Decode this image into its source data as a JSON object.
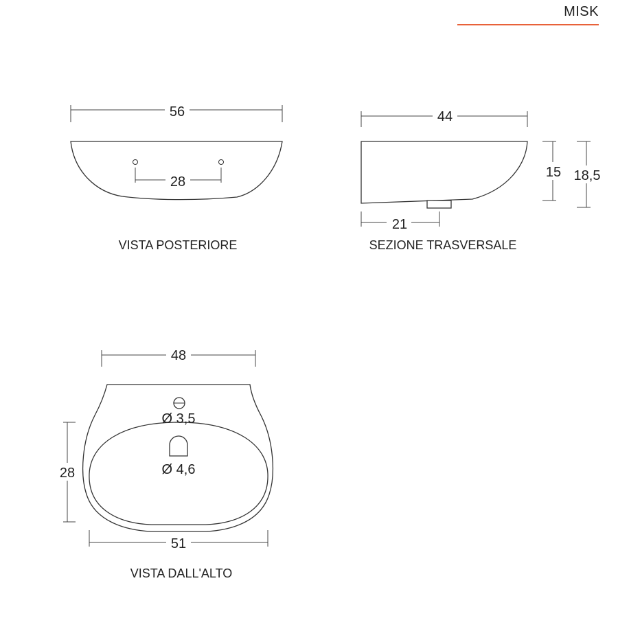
{
  "brand": {
    "name": "MISK",
    "accent_color": "#e8623a"
  },
  "views": {
    "rear": {
      "label": "VISTA POSTERIORE",
      "width_dim": "56",
      "holes_dim": "28"
    },
    "section": {
      "label": "SEZIONE TRASVERSALE",
      "depth_dim": "44",
      "drain_dim": "21",
      "height_dim": "15",
      "total_height_dim": "18,5"
    },
    "top": {
      "label": "VISTA DALL'ALTO",
      "top_width_dim": "48",
      "bowl_depth_dim": "28",
      "full_width_dim": "51",
      "tap_hole_dim": "Ø 3,5",
      "drain_hole_dim": "Ø 4,6"
    }
  }
}
